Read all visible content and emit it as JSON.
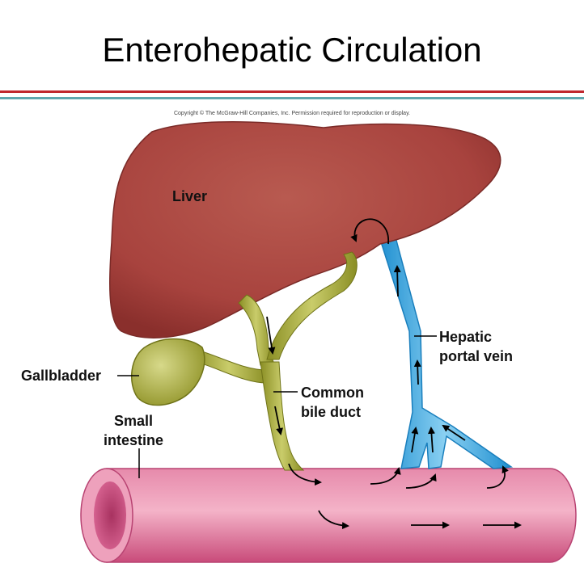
{
  "title": "Enterohepatic Circulation",
  "copyright": "Copyright © The McGraw-Hill Companies, Inc. Permission required for reproduction or display.",
  "labels": {
    "liver": "Liver",
    "gallbladder": "Gallbladder",
    "small_intestine": [
      "Small",
      "intestine"
    ],
    "common_bile_duct": [
      "Common",
      "bile duct"
    ],
    "hepatic_portal_vein": [
      "Hepatic",
      "portal vein"
    ]
  },
  "colors": {
    "liver": "#a8433e",
    "bile": "#a6a83a",
    "vein": "#3aa3dc",
    "intestine": "#d9588a",
    "title_rule_red": "#c0282f",
    "title_rule_teal": "#5fa8b0"
  }
}
